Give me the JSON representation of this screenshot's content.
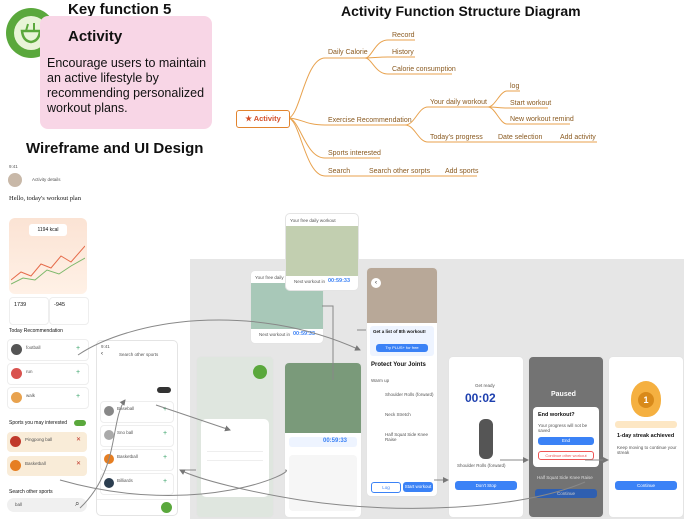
{
  "header": {
    "key_function": "Key function 5",
    "card_title": "Activity",
    "card_description": "Encourage users to maintain an active lifestyle by recommending personalized workout plans.",
    "section_title": "Wireframe and UI Design",
    "diagram_title": "Activity Function Structure Diagram"
  },
  "mindmap": {
    "root": "Activity",
    "daily_calorie": "Daily Calorie",
    "record": "Record",
    "history": "History",
    "calorie_consumption": "Calorie consumption",
    "exercise_recommendation": "Exercise Recommendation",
    "your_daily_workout": "Your daily workout",
    "log": "log",
    "start_workout": "Start workout",
    "new_workout_remind": "New workout remind",
    "todays_progress": "Today's progress",
    "date_selection": "Date selection",
    "add_activity": "Add activity",
    "sports_interested": "Sports interested",
    "search": "Search",
    "search_other_sports": "Search other sorpts",
    "add_sports": "Add sports"
  },
  "screen_main": {
    "time": "9:41",
    "title": "Activity details",
    "greeting": "Hello, today's workout plan",
    "kcal": "1194 kcal",
    "stat_1": "1739",
    "stat_2": "-945",
    "today_rec": "Today Recommendation",
    "sports_interested": "Sports you may interested",
    "search_other": "Search other sports",
    "search_value": "ball",
    "items": [
      "football",
      "run",
      "walk"
    ],
    "interests": [
      "Pingpong ball",
      "Basketball"
    ]
  },
  "screen_search": {
    "time": "9:41",
    "title": "Search other sports",
    "items": [
      "Baseball",
      "Sno ball",
      "Basketball",
      "Billiards"
    ]
  },
  "screen_workout": {
    "label": "Your free daily workout",
    "time_label": "Next workout in",
    "timer": "00:59:33",
    "timer_b": "00:59:33"
  },
  "screen_joints": {
    "promo_title": "Get a list of 8th workout!",
    "promo_button": "Try PLUS+ for free",
    "title": "Protect Your Joints",
    "warm_up": "Warm up",
    "ex_1": "Shoulder Rolls (forward)",
    "ex_2": "Neck Stretch",
    "ex_3": "Half Squat Side Knee Raise",
    "log": "Log",
    "start": "Start workout"
  },
  "screen_timer": {
    "label": "Get ready",
    "count": "00:02",
    "ex": "Shoulder Rolls (forward)",
    "button": "Don't Stop"
  },
  "screen_pause": {
    "paused": "Paused",
    "dialog_title": "End workout?",
    "dialog_text": "Your progress will not be saved",
    "btn_end": "End",
    "btn_continue": "Continue other workout",
    "ex": "Half Squat Side Knee Raise",
    "button": "Continue"
  },
  "screen_streak": {
    "count": "1",
    "title": "1-day streak achieved",
    "text": "Keep moving to continue your streak",
    "button": "Continue"
  },
  "colors": {
    "accent": "#e2842e",
    "green": "#5aa83c",
    "card_pink": "#f8d6e6",
    "blue": "#3b82f6"
  }
}
